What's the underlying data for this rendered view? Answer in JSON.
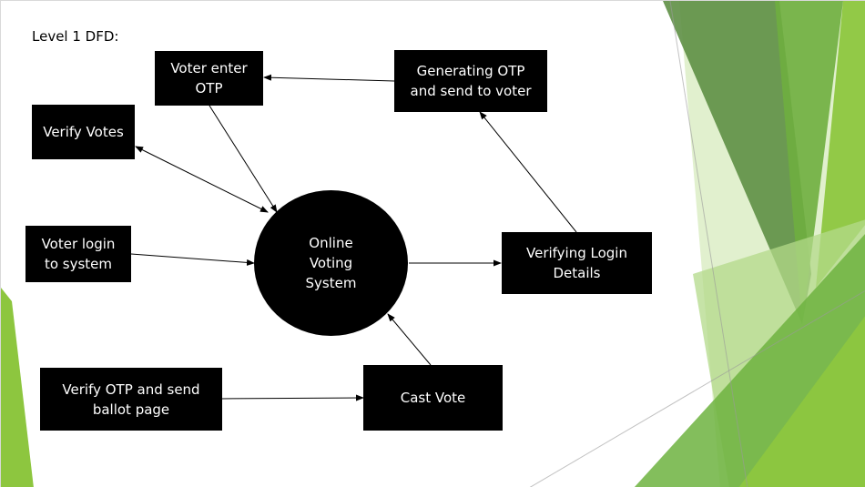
{
  "diagram": {
    "heading": "Level 1 DFD:",
    "center_process": "Online\nVoting\nSystem",
    "nodes": {
      "voter_enter_otp": "Voter enter\nOTP",
      "generating_otp": "Generating OTP\nand send to voter",
      "verify_votes": "Verify Votes",
      "voter_login": "Voter login\nto system",
      "verifying_login": "Verifying Login\nDetails",
      "verify_otp_ballot": "Verify OTP and send\nballot page",
      "cast_vote": "Cast Vote"
    }
  },
  "colors": {
    "box_fill": "#000000",
    "box_text": "#ffffff",
    "arrow": "#000000",
    "accent_green_light": "#8dc63f",
    "accent_green_dark": "#5a9a3a",
    "accent_green_pale": "#c8e3a6"
  }
}
